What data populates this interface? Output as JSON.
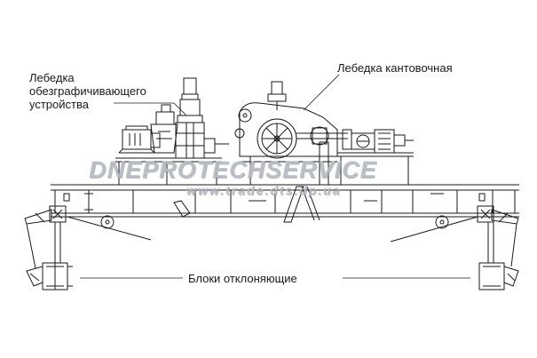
{
  "labels": {
    "left_line1": "Лебедка",
    "left_line2": "обезграфичивающего",
    "left_line3": "устройства",
    "right": "Лебедка кантовочная",
    "bottom": "Блоки отклоняющие"
  },
  "watermark": {
    "brand": "DNEPROTECHSERVICE",
    "url": "www.trade.dts.dp.ua"
  },
  "colors": {
    "line": "#1a1a1a",
    "watermark": "#b9bec6"
  }
}
